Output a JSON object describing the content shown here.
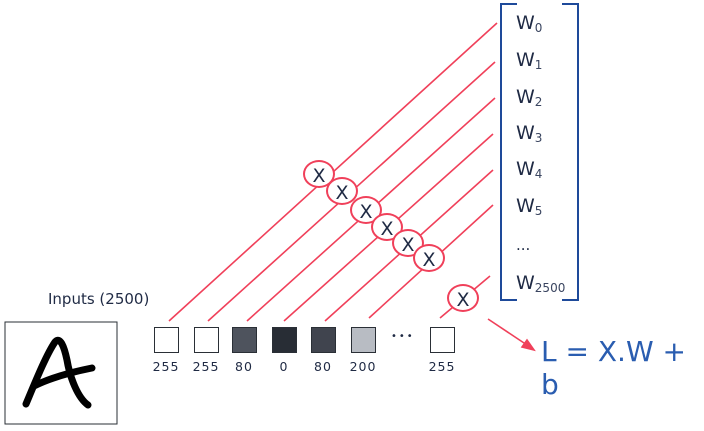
{
  "inputs_label": "Inputs (2500)",
  "pixels": [
    {
      "value": "255",
      "gray": "#ffffff"
    },
    {
      "value": "255",
      "gray": "#ffffff"
    },
    {
      "value": "80",
      "gray": "#4e535d"
    },
    {
      "value": "0",
      "gray": "#282d35"
    },
    {
      "value": "80",
      "gray": "#40444e"
    },
    {
      "value": "200",
      "gray": "#b8bcc3"
    },
    {
      "value": "255",
      "gray": "#ffffff"
    }
  ],
  "ellipsis": "•••",
  "multiply_symbol": "X",
  "weights": [
    {
      "base": "W",
      "sub": "0"
    },
    {
      "base": "W",
      "sub": "1"
    },
    {
      "base": "W",
      "sub": "2"
    },
    {
      "base": "W",
      "sub": "3"
    },
    {
      "base": "W",
      "sub": "4"
    },
    {
      "base": "W",
      "sub": "5"
    },
    {
      "base": "...",
      "sub": ""
    },
    {
      "base": "W",
      "sub": "2500"
    }
  ],
  "formula": "L = X.W + b",
  "colors": {
    "line": "#f0405a",
    "bracket": "#1e4a9a",
    "formula": "#2a5db0"
  },
  "image_icon": "handwritten-letter-A"
}
